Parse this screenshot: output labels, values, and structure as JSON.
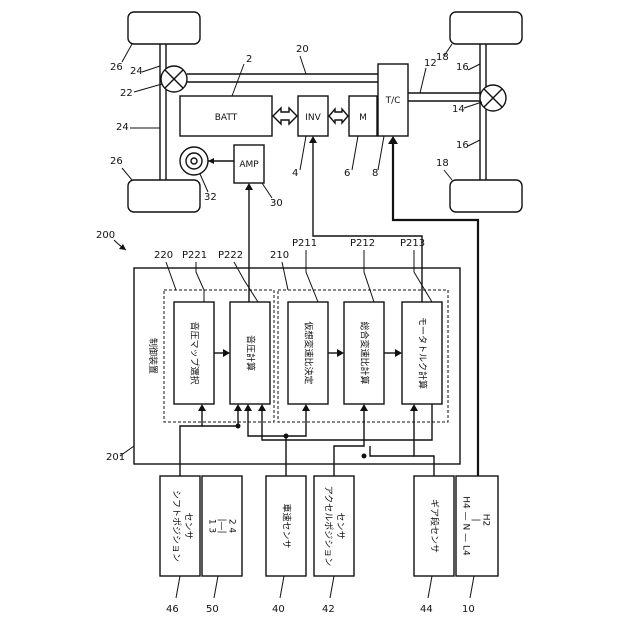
{
  "refs": {
    "r200": "200",
    "r201": "201",
    "r220": "220",
    "r210": "210",
    "rP221": "P221",
    "rP222": "P222",
    "rP211": "P211",
    "rP212": "P212",
    "rP213": "P213",
    "r2": "2",
    "r20": "20",
    "r12": "12",
    "r4": "4",
    "r6": "6",
    "r8": "8",
    "r14": "14",
    "r16a": "16",
    "r16b": "16",
    "r18a": "18",
    "r18b": "18",
    "r22": "22",
    "r24a": "24",
    "r24b": "24",
    "r26a": "26",
    "r26b": "26",
    "r30": "30",
    "r32": "32",
    "r46": "46",
    "r50": "50",
    "r40": "40",
    "r42": "42",
    "r44": "44",
    "r10": "10"
  },
  "components": {
    "batt": "BATT",
    "inv": "INV",
    "motor": "M",
    "tc": "T/C",
    "amp": "AMP"
  },
  "controller": {
    "title": "制御装置",
    "blocks": {
      "p221": "音圧マップ選択",
      "p222": "音圧計算",
      "p211": "仮想変速比決定",
      "p212": "総合変速比計算",
      "p213": "モータトルク計算"
    }
  },
  "sensors": {
    "shift_position_1": "シフトポジション",
    "shift_position_2": "センサ",
    "vehicle_speed": "車速センサ",
    "accel_position_1": "アクセルポジション",
    "accel_position_2": "センサ",
    "gear_stage": "ギア段センサ"
  },
  "shift_gate": {
    "row1": "1  3",
    "row2": "|—|",
    "row3": "2  4"
  },
  "gear_selector": {
    "row1": "H4 — N — L4",
    "row2": "|",
    "row3": "H2"
  }
}
